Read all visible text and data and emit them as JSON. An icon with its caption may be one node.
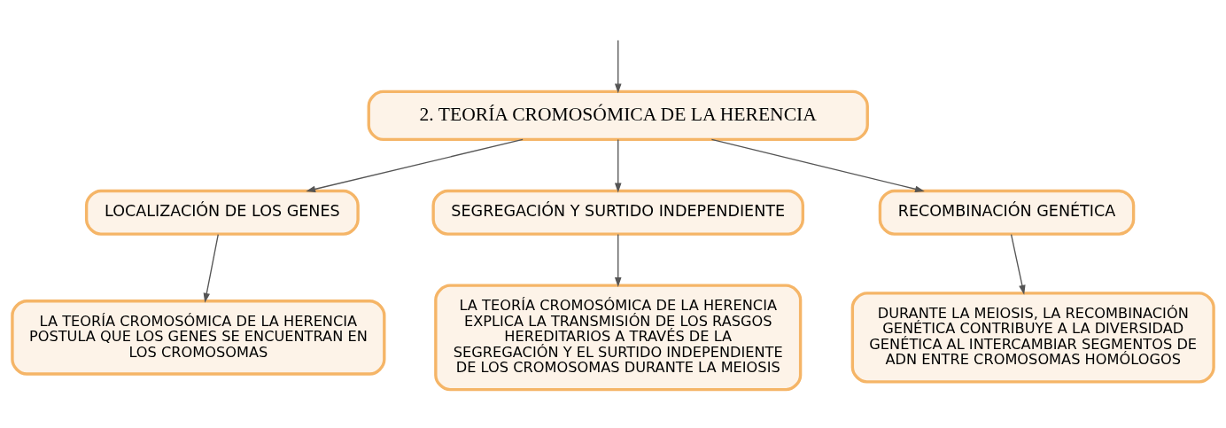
{
  "diagram": {
    "nodes": [
      {
        "text": [
          "2. TEORÍA CROMOSÓMICA DE LA HERENCIA"
        ]
      },
      {
        "text": [
          "LOCALIZACIÓN DE LOS GENES"
        ]
      },
      {
        "text": [
          "SEGREGACIÓN Y SURTIDO INDEPENDIENTE"
        ]
      },
      {
        "text": [
          "RECOMBINACIÓN GENÉTICA"
        ]
      },
      {
        "text": [
          "LA TEORÍA CROMOSÓMICA DE LA HERENCIA POSTULA QUE LOS GENES SE ENCUENTRAN EN LOS CROMOSOMAS"
        ]
      },
      {
        "text": [
          "LA TEORÍA CROMOSÓMICA DE LA HERENCIA EXPLICA LA TRANSMISIÓN DE LOS RASGOS HEREDITARIOS A TRAVÉS DE LA SEGREGACIÓN Y EL SURTIDO INDEPENDIENTE DE LOS CROMOSOMAS DURANTE LA MEIOSIS"
        ]
      },
      {
        "text": [
          "DURANTE LA MEIOSIS, LA RECOMBINACIÓN GENÉTICA CONTRIBUYE A LA DIVERSIDAD GENÉTICA AL INTERCAMBIAR SEGMENTOS DE ADN ENTRE CROMOSOMAS HOMÓLOGOS"
        ]
      }
    ],
    "edges": [
      {
        "from": null,
        "to": 0,
        "arrow": "to"
      },
      {
        "from": 0,
        "to": 1,
        "arrow": "to"
      },
      {
        "from": 0,
        "to": 2,
        "arrow": "to"
      },
      {
        "from": 0,
        "to": 3,
        "arrow": "to"
      },
      {
        "from": 1,
        "to": 4,
        "arrow": "to"
      },
      {
        "from": 2,
        "to": 5,
        "arrow": "to"
      },
      {
        "from": 3,
        "to": 6,
        "arrow": "to"
      }
    ]
  }
}
